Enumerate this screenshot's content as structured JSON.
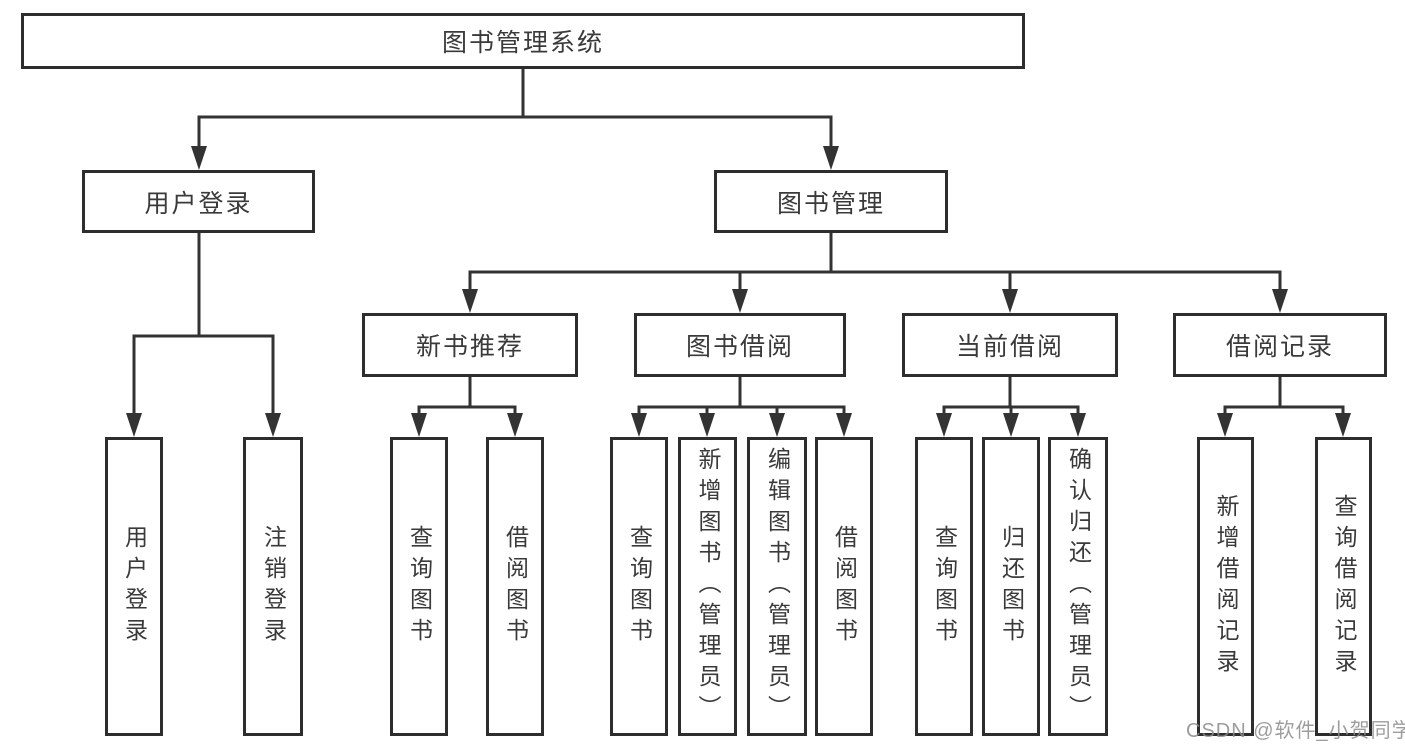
{
  "colors": {
    "background": "#ffffff",
    "box_border": "#2d2d2d",
    "connector_line": "#333333",
    "text": "#3a3a3a",
    "watermark": "#8c8c8c"
  },
  "watermark": {
    "text": "CSDN @软件_小贺同学"
  },
  "tree": {
    "root": {
      "label": "图书管理系统"
    },
    "branches": [
      {
        "label": "用户登录",
        "children": [
          {
            "label": "用户登录"
          },
          {
            "label": "注销登录"
          }
        ]
      },
      {
        "label": "图书管理",
        "children": [
          {
            "label": "新书推荐",
            "children": [
              {
                "label": "查询图书"
              },
              {
                "label": "借阅图书"
              }
            ]
          },
          {
            "label": "图书借阅",
            "children": [
              {
                "label": "查询图书"
              },
              {
                "label": "新增图书（管理员）"
              },
              {
                "label": "编辑图书（管理员）"
              },
              {
                "label": "借阅图书"
              }
            ]
          },
          {
            "label": "当前借阅",
            "children": [
              {
                "label": "查询图书"
              },
              {
                "label": "归还图书"
              },
              {
                "label": "确认归还（管理员）"
              }
            ]
          },
          {
            "label": "借阅记录",
            "children": [
              {
                "label": "新增借阅记录"
              },
              {
                "label": "查询借阅记录"
              }
            ]
          }
        ]
      }
    ]
  }
}
